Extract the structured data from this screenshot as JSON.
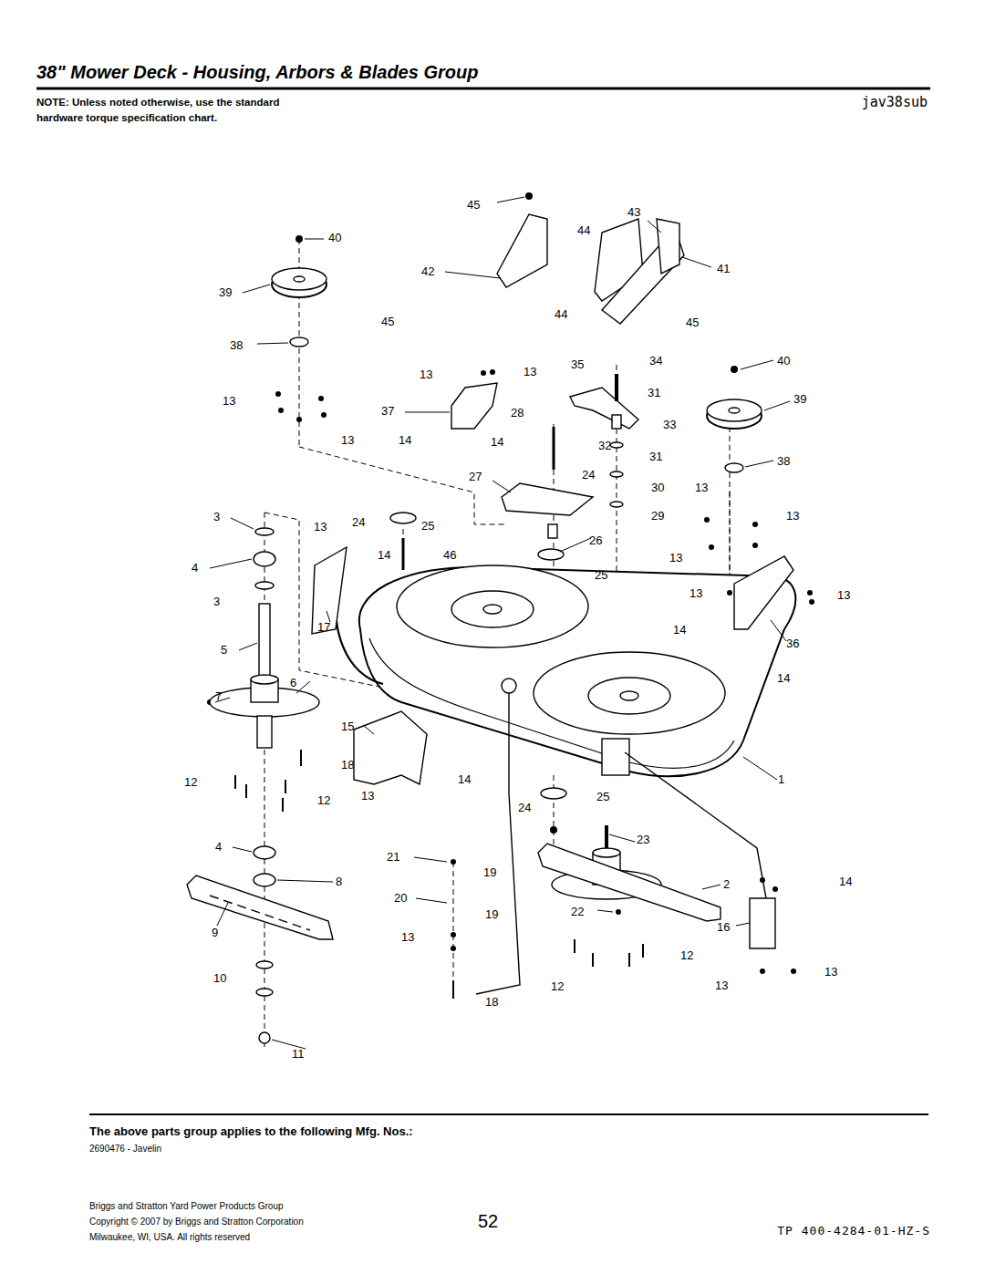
{
  "diagram": {
    "title": "38\" Mower Deck - Housing, Arbors & Blades Group",
    "labels": [
      "NOTE: Unless noted otherwise, use the standard hardware torque specification chart.",
      "jav38sub",
      "45",
      "43",
      "40",
      "44",
      "41",
      "42",
      "39",
      "44",
      "45",
      "45",
      "38",
      "35",
      "34",
      "40",
      "13",
      "13",
      "31",
      "39",
      "13",
      "37",
      "28",
      "33",
      "13",
      "14",
      "14",
      "32",
      "31",
      "38",
      "24",
      "27",
      "30",
      "13",
      "3",
      "13",
      "24",
      "25",
      "29",
      "13",
      "26",
      "4",
      "14",
      "46",
      "13",
      "25",
      "3",
      "13",
      "13",
      "5",
      "17",
      "14",
      "36",
      "14",
      "6",
      "7",
      "15",
      "18",
      "14",
      "1",
      "12",
      "12",
      "13",
      "25",
      "24",
      "23",
      "4",
      "21",
      "19",
      "2",
      "8",
      "14",
      "20",
      "19",
      "22",
      "16",
      "9",
      "13",
      "12",
      "10",
      "12",
      "13",
      "13",
      "18",
      "11",
      "The above parts group applies to the following Mfg. Nos.:",
      "2690476 - Javelin",
      "Briggs and Stratton Yard Power Products Group",
      "Copyright © 2007 by Briggs and Stratton Corporation",
      "Milwaukee, WI, USA. All rights reserved",
      "52",
      "TP 400-4284-01-HZ-S"
    ]
  }
}
